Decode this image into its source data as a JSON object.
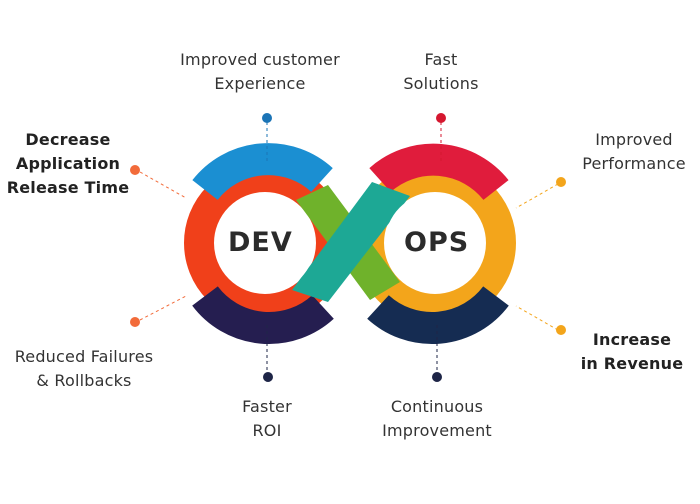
{
  "diagram": {
    "left_loop_label": "DEV",
    "right_loop_label": "OPS",
    "benefits": {
      "improved_customer_experience": "Improved customer\nExperience",
      "fast_solutions": "Fast\nSolutions",
      "decrease_release_time": "Decrease\nApplication\nRelease Time",
      "improved_performance": "Improved\nPerformance",
      "reduced_failures": "Reduced Failures\n& Rollbacks",
      "increase_revenue": "Increase\nin Revenue",
      "faster_roi": "Faster\nROI",
      "continuous_improvement": "Continuous\nImprovement"
    }
  },
  "colors": {
    "left_top_blue": "#1b8fd2",
    "left_side_orange": "#f0401a",
    "left_bottom_navy": "#251e50",
    "right_top_red": "#e01c3c",
    "right_side_yellow": "#f3a51b",
    "right_bottom_navy": "#152c52",
    "cross_green": "#6fb22b",
    "cross_teal": "#1da895",
    "dot_blue": "#1b74b6",
    "dot_red": "#d5172f",
    "dot_orange": "#f26b3a",
    "dot_yellow": "#f3a51b",
    "dot_navy": "#1e2547"
  }
}
